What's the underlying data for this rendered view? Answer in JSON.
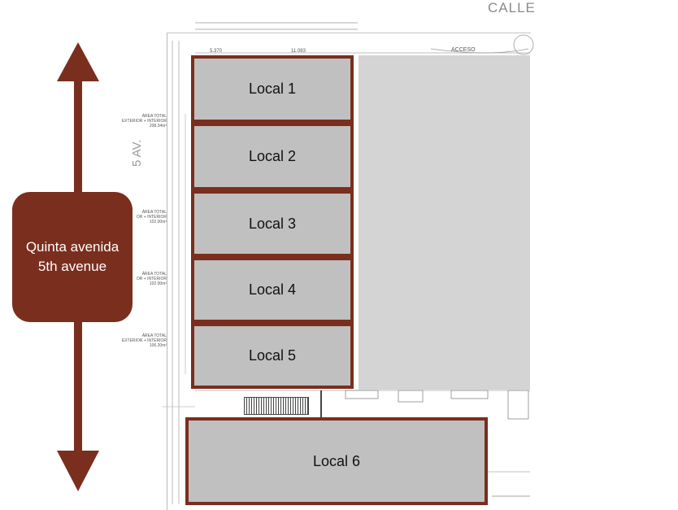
{
  "street": {
    "label": "CALLE"
  },
  "avenue": {
    "label": "5 AV."
  },
  "access": {
    "label": "ACCESO"
  },
  "badge": {
    "line1": "Quinta avenida",
    "line2": "5th avenue"
  },
  "dimensions": {
    "top_left": "5.370",
    "top_right": "11.083"
  },
  "area_notes": [
    {
      "title": "ÁREA TOTAL",
      "subtitle": "EXTERIOR + INTERIOR",
      "area": "208.34m²"
    },
    {
      "title": "ÁREA TOTAL",
      "subtitle": "OR + INTERIOR",
      "area": "102.00m²"
    },
    {
      "title": "ÁREA TOTAL",
      "subtitle": "OR + INTERIOR",
      "area": "102.00m²"
    },
    {
      "title": "ÁREA TOTAL",
      "subtitle": "EXTERIOR + INTERIOR",
      "area": "106.20m²"
    }
  ],
  "units": [
    {
      "label": "Local 1"
    },
    {
      "label": "Local 2"
    },
    {
      "label": "Local 3"
    },
    {
      "label": "Local 4"
    },
    {
      "label": "Local 5"
    },
    {
      "label": "Local 6"
    }
  ],
  "colors": {
    "accent": "#7a2e1e",
    "unit_fill": "#c0c0c0",
    "block_fill": "#d4d4d4"
  }
}
